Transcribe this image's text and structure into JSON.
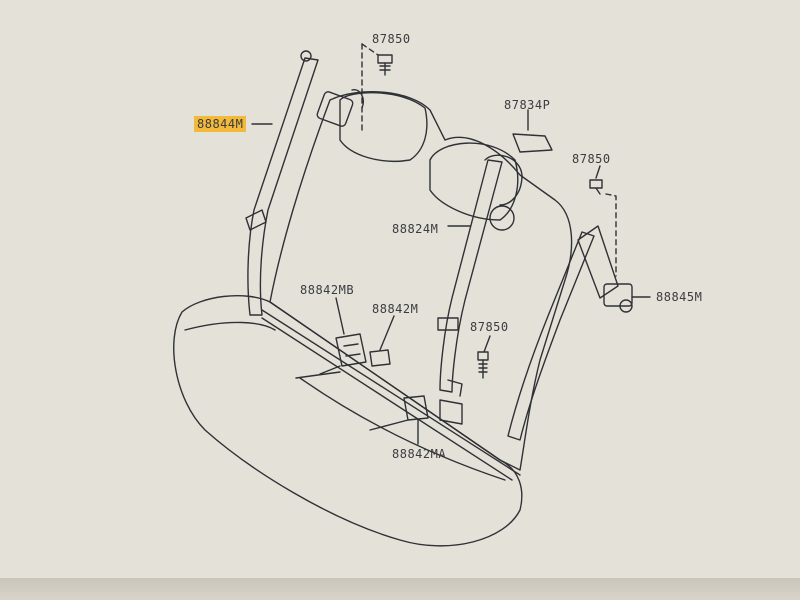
{
  "diagram": {
    "labels": {
      "bolt_top": "87850",
      "retractor_left": "88844M",
      "cover": "87834P",
      "bolt_right": "87850",
      "belt_center": "88824M",
      "retractor_right": "88845M",
      "buckle_mb": "88842MB",
      "buckle_m": "88842M",
      "bolt_center": "87850",
      "buckle_ma": "88842MA"
    },
    "highlight_color": "#f2b93a",
    "line_color": "#2f3136"
  }
}
